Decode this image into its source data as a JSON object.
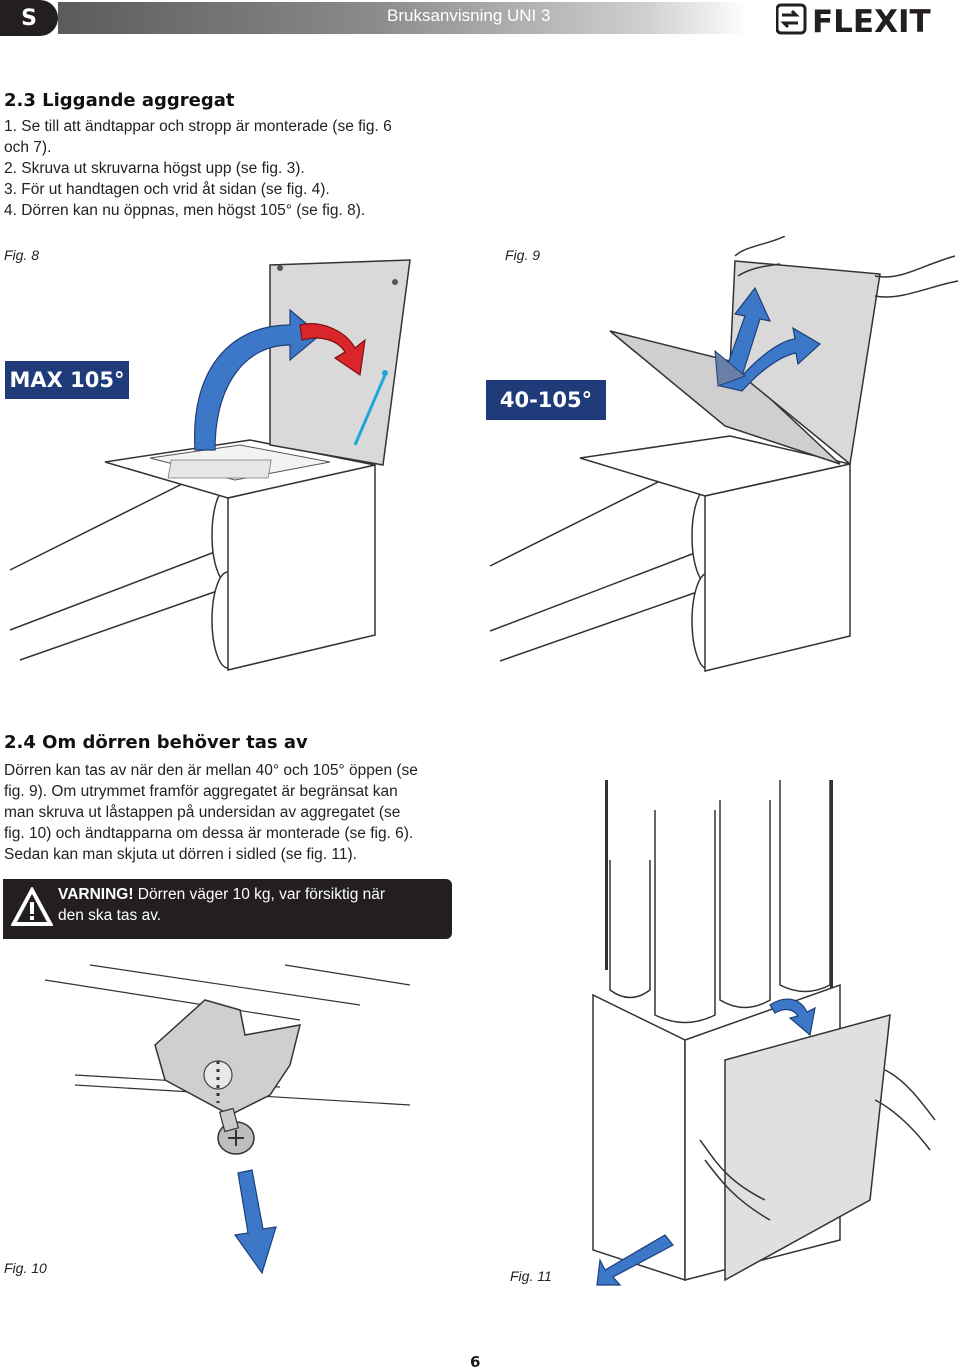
{
  "header": {
    "language_badge": "S",
    "title": "Bruksanvisning UNI 3",
    "brand": "FLEXIT"
  },
  "section_2_3": {
    "heading": "2.3   Liggande aggregat",
    "items": [
      "1.  Se till att ändtappar och stropp är monterade (se fig. 6",
      "     och 7).",
      "2.  Skruva ut skruvarna högst upp (se fig. 3).",
      "3.  För ut handtagen och vrid åt sidan (se fig. 4).",
      "4.  Dörren kan nu öppnas, men högst 105° (se fig. 8)."
    ]
  },
  "figures": {
    "fig8_label": "Fig. 8",
    "fig9_label": "Fig. 9",
    "fig8_badge": "MAX 105°",
    "fig9_badge": "40-105°",
    "fig10_label": "Fig. 10",
    "fig11_label": "Fig. 11"
  },
  "section_2_4": {
    "heading": "2.4   Om dörren behöver tas av",
    "lines": [
      "Dörren kan tas av när den är mellan 40° och 105° öppen (se",
      "fig. 9). Om utrymmet framför aggregatet är begränsat kan",
      "man skruva ut låstappen på undersidan av aggregatet (se",
      "fig. 10) och ändtapparna om dessa är monterade (se fig. 6).",
      "Sedan kan man skjuta ut dörren i sidled (se fig. 11)."
    ]
  },
  "warning": {
    "label": "VARNING!",
    "text": " Dörren väger 10 kg, var försiktig när",
    "text2": "den ska tas av."
  },
  "page_number": "6",
  "colors": {
    "badge_blue": "#1f3b7a",
    "arrow_blue": "#3d78c8",
    "arrow_red": "#d8262b",
    "dark": "#231f20"
  }
}
